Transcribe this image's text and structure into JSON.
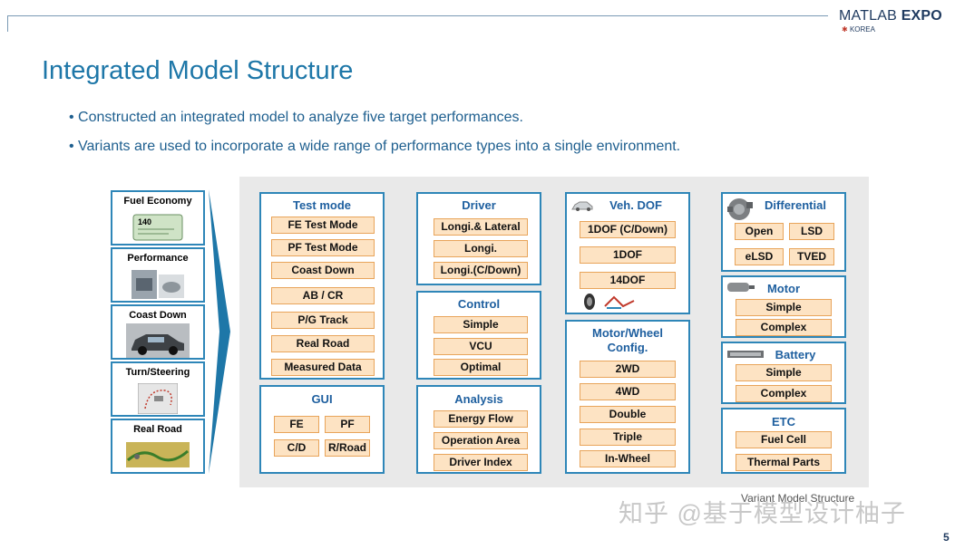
{
  "header": {
    "logo_main": "MATLAB",
    "logo_bold": "EXPO",
    "logo_sub": "KOREA"
  },
  "slide": {
    "title": "Integrated Model Structure",
    "bullets": [
      "• Constructed an integrated model to analyze five target performances.",
      "• Variants are used to incorporate a wide range of performance types into a single environment."
    ],
    "caption": "Variant  Model Structure",
    "watermark": "知乎 @基于模型设计柚子",
    "page_number": "5"
  },
  "performances": [
    {
      "label": "Fuel Economy",
      "lcd": "140"
    },
    {
      "label": "Performance"
    },
    {
      "label": "Coast Down"
    },
    {
      "label": "Turn/Steering"
    },
    {
      "label": "Real Road"
    }
  ],
  "groups": {
    "test_mode": {
      "title": "Test mode",
      "items": [
        "FE Test Mode",
        "PF Test Mode",
        "Coast Down",
        "AB / CR",
        "P/G Track",
        "Real Road",
        "Measured Data"
      ]
    },
    "gui": {
      "title": "GUI",
      "items": [
        "FE",
        "PF",
        "C/D",
        "R/Road"
      ]
    },
    "driver": {
      "title": "Driver",
      "items": [
        "Longi.& Lateral",
        "Longi.",
        "Longi.(C/Down)"
      ]
    },
    "control": {
      "title": "Control",
      "items": [
        "Simple",
        "VCU",
        "Optimal"
      ]
    },
    "analysis": {
      "title": "Analysis",
      "items": [
        "Energy Flow",
        "Operation Area",
        "Driver Index"
      ]
    },
    "veh_dof": {
      "title": "Veh. DOF",
      "items": [
        "1DOF (C/Down)",
        "1DOF",
        "14DOF"
      ]
    },
    "motor_wheel": {
      "title_line1": "Motor/Wheel",
      "title_line2": "Config.",
      "items": [
        "2WD",
        "4WD",
        "Double",
        "Triple",
        "In-Wheel"
      ]
    },
    "differential": {
      "title": "Differential",
      "items": [
        "Open",
        "LSD",
        "eLSD",
        "TVED"
      ]
    },
    "motor": {
      "title": "Motor",
      "items": [
        "Simple",
        "Complex"
      ]
    },
    "battery": {
      "title": "Battery",
      "items": [
        "Simple",
        "Complex"
      ]
    },
    "etc": {
      "title": "ETC",
      "items": [
        "Fuel Cell",
        "Thermal Parts"
      ]
    }
  },
  "colors": {
    "accent_blue": "#2e86b8",
    "title_blue": "#1e77a8",
    "item_fill": "#fde3c3",
    "item_border": "#e8a45a"
  }
}
